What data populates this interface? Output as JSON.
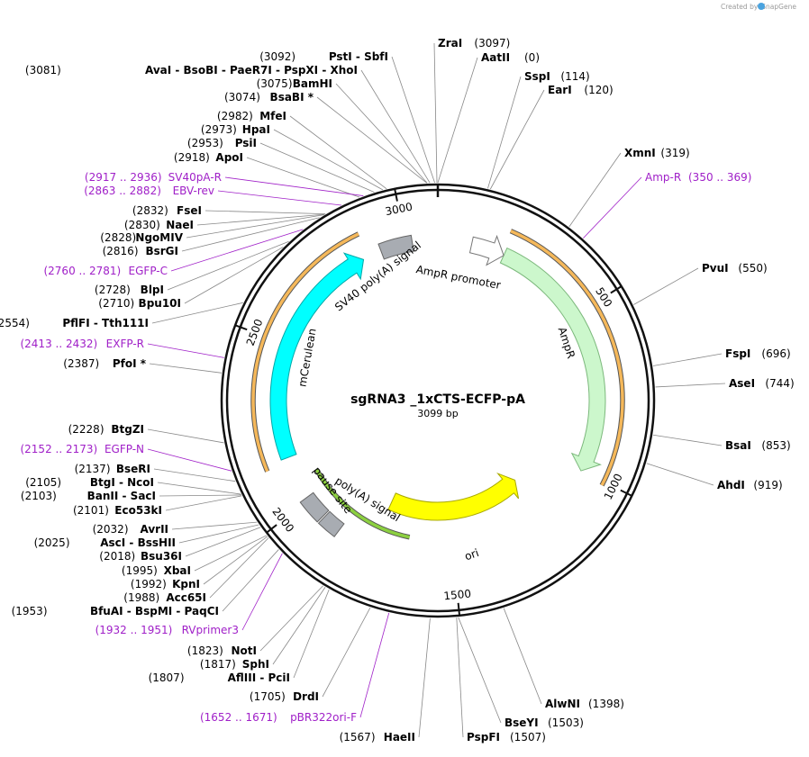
{
  "header": {
    "created_by": "Created by",
    "brand": "SnapGene"
  },
  "plasmid": {
    "name": "sgRNA3 _1xCTS-ECFP-pA",
    "length_label": "3099 bp",
    "length": 3099
  },
  "ticks": [
    {
      "pos": 500,
      "label": "500"
    },
    {
      "pos": 1000,
      "label": "1000"
    },
    {
      "pos": 1500,
      "label": "1500"
    },
    {
      "pos": 2000,
      "label": "2000"
    },
    {
      "pos": 2500,
      "label": "2500"
    },
    {
      "pos": 3000,
      "label": "3000"
    }
  ],
  "labels_right": [
    {
      "text": "ZraI",
      "num": "(3097)",
      "pos": 3097,
      "order": "name-first"
    },
    {
      "text": "AatII",
      "num": "(0)",
      "pos": 0,
      "order": "name-first"
    },
    {
      "text": "SspI",
      "num": "(114)",
      "pos": 114,
      "order": "name-first"
    },
    {
      "text": "EarI",
      "num": "(120)",
      "pos": 120,
      "order": "name-first"
    },
    {
      "text": "XmnI",
      "num": "(319)",
      "pos": 319,
      "order": "name-first"
    },
    {
      "text": "Amp-R",
      "num": "(350 .. 369)",
      "pos": 360,
      "order": "name-first",
      "primer": true
    },
    {
      "text": "PvuI",
      "num": "(550)",
      "pos": 550,
      "order": "name-first"
    },
    {
      "text": "FspI",
      "num": "(696)",
      "pos": 696,
      "order": "name-first"
    },
    {
      "text": "AseI",
      "num": "(744)",
      "pos": 744,
      "order": "name-first"
    },
    {
      "text": "BsaI",
      "num": "(853)",
      "pos": 853,
      "order": "name-first"
    },
    {
      "text": "AhdI",
      "num": "(919)",
      "pos": 919,
      "order": "name-first"
    },
    {
      "text": "AlwNI",
      "num": "(1398)",
      "pos": 1398,
      "order": "name-first"
    },
    {
      "text": "BseYI",
      "num": "(1503)",
      "pos": 1503,
      "order": "name-first"
    },
    {
      "text": "PspFI",
      "num": "(1507)",
      "pos": 1507,
      "order": "name-first"
    }
  ],
  "labels_left": [
    {
      "text": "PstI  -  SbfI",
      "num": "(3092)",
      "pos": 3092
    },
    {
      "text": "AvaI  -  BsoBI  -  PaeR7I  -  PspXI  -  XhoI",
      "num": "(3081)",
      "pos": 3081
    },
    {
      "text": "BamHI",
      "num": "(3075)",
      "pos": 3075
    },
    {
      "text": "BsaBI *",
      "num": "(3074)",
      "pos": 3074
    },
    {
      "text": "MfeI",
      "num": "(2982)",
      "pos": 2982
    },
    {
      "text": "HpaI",
      "num": "(2973)",
      "pos": 2973
    },
    {
      "text": "PsiI",
      "num": "(2953)",
      "pos": 2953
    },
    {
      "text": "ApoI",
      "num": "(2918)",
      "pos": 2918
    },
    {
      "text": "SV40pA-R",
      "num": "(2917 .. 2936)",
      "pos": 2927,
      "primer": true
    },
    {
      "text": "EBV-rev",
      "num": "(2863 .. 2882)",
      "pos": 2873,
      "primer": true
    },
    {
      "text": "FseI",
      "num": "(2832)",
      "pos": 2832
    },
    {
      "text": "NaeI",
      "num": "(2830)",
      "pos": 2830
    },
    {
      "text": "NgoMIV",
      "num": "(2828)",
      "pos": 2828
    },
    {
      "text": "BsrGI",
      "num": "(2816)",
      "pos": 2816
    },
    {
      "text": "EGFP-C",
      "num": "(2760 .. 2781)",
      "pos": 2770,
      "primer": true
    },
    {
      "text": "BlpI",
      "num": "(2728)",
      "pos": 2728
    },
    {
      "text": "Bpu10I",
      "num": "(2710)",
      "pos": 2710
    },
    {
      "text": "PflFI  -  Tth111I",
      "num": "(2554)",
      "pos": 2554
    },
    {
      "text": "EXFP-R",
      "num": "(2413 .. 2432)",
      "pos": 2422,
      "primer": true
    },
    {
      "text": "PfoI *",
      "num": "(2387)",
      "pos": 2387
    },
    {
      "text": "BtgZI",
      "num": "(2228)",
      "pos": 2228
    },
    {
      "text": "EGFP-N",
      "num": "(2152 .. 2173)",
      "pos": 2162,
      "primer": true
    },
    {
      "text": "BseRI",
      "num": "(2137)",
      "pos": 2137
    },
    {
      "text": "BtgI  -  NcoI",
      "num": "(2105)",
      "pos": 2105
    },
    {
      "text": "BanII  -  SacI",
      "num": "(2103)",
      "pos": 2103
    },
    {
      "text": "Eco53kI",
      "num": "(2101)",
      "pos": 2101
    },
    {
      "text": "AvrII",
      "num": "(2032)",
      "pos": 2032
    },
    {
      "text": "AscI  -  BssHII",
      "num": "(2025)",
      "pos": 2025
    },
    {
      "text": "Bsu36I",
      "num": "(2018)",
      "pos": 2018
    },
    {
      "text": "XbaI",
      "num": "(1995)",
      "pos": 1995
    },
    {
      "text": "KpnI",
      "num": "(1992)",
      "pos": 1992
    },
    {
      "text": "Acc65I",
      "num": "(1988)",
      "pos": 1988
    },
    {
      "text": "BfuAI  -  BspMI  -  PaqCI",
      "num": "(1953)",
      "pos": 1953
    },
    {
      "text": "RVprimer3",
      "num": "(1932 .. 1951)",
      "pos": 1941,
      "primer": true
    },
    {
      "text": "NotI",
      "num": "(1823)",
      "pos": 1823
    },
    {
      "text": "SphI",
      "num": "(1817)",
      "pos": 1817
    },
    {
      "text": "AflIII  -  PciI",
      "num": "(1807)",
      "pos": 1807
    },
    {
      "text": "DrdI",
      "num": "(1705)",
      "pos": 1705
    },
    {
      "text": "pBR322ori-F",
      "num": "(1652 .. 1671)",
      "pos": 1661,
      "primer": true
    },
    {
      "text": "HaeII",
      "num": "(1567)",
      "pos": 1567
    }
  ],
  "features": [
    {
      "name": "AmpR",
      "start": 210,
      "end": 1000,
      "color": "#ccf7cc",
      "stroke": "#7cb87c",
      "dir": "cw"
    },
    {
      "name": "AmpR promoter",
      "start": 105,
      "end": 210,
      "color": "#ffffff",
      "stroke": "#777777",
      "dir": "cw"
    },
    {
      "name": "ori",
      "start": 1170,
      "end": 1760,
      "color": "#ffff00",
      "stroke": "#a8a800",
      "dir": "ccw"
    },
    {
      "name": "poly(A) signal",
      "start": 1870,
      "end": 1930,
      "color": "#a8acb2",
      "stroke": "#666666",
      "dir": "none"
    },
    {
      "name": "pause site",
      "start": 1935,
      "end": 2010,
      "color": "#a8acb2",
      "stroke": "#666666",
      "dir": "none"
    },
    {
      "name": "mCerulean",
      "start": 2145,
      "end": 2860,
      "color": "#00ffff",
      "stroke": "#00a8a8",
      "dir": "cw"
    },
    {
      "name": "SV40 poly(A) signal",
      "start": 2920,
      "end": 3020,
      "color": "#a8acb2",
      "stroke": "#666666",
      "dir": "none"
    }
  ],
  "orfs": [
    {
      "start": 200,
      "end": 1010,
      "color": "#f5b85a",
      "dir": "cw"
    },
    {
      "start": 1650,
      "end": 2070,
      "color": "#8cd040",
      "dir": "ccw"
    },
    {
      "start": 2130,
      "end": 2880,
      "color": "#f5b85a",
      "dir": "cw"
    }
  ]
}
